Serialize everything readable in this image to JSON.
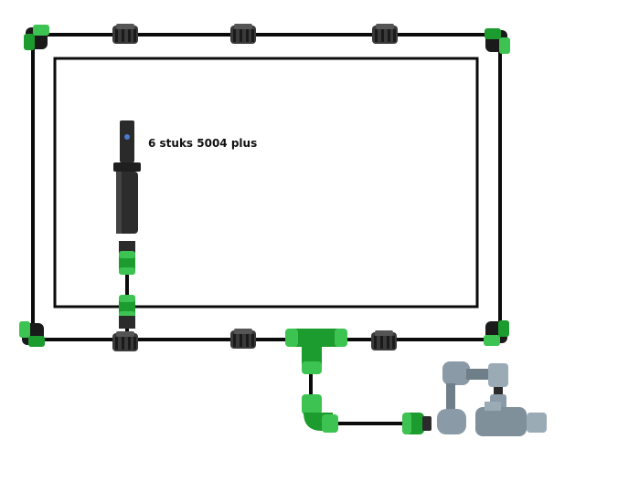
{
  "annotation": {
    "text": "6 stuks 5004 plus"
  },
  "colors": {
    "pipe": "#0b0b0b",
    "fitting_green": "#1c9b2e",
    "fitting_green_light": "#3dc352",
    "fitting_dark": "#2b2b2b",
    "pvc_grey": "#8a9aa6"
  },
  "components": {
    "sprinkler": "pop-up-sprinkler-head",
    "coupler": "green-compression-coupler",
    "elbow": "green-compression-elbow",
    "tee": "green-compression-tee",
    "saddle": "clamp-saddle-outlet",
    "pvc_valve": "grey-pvc-valve-assembly"
  }
}
